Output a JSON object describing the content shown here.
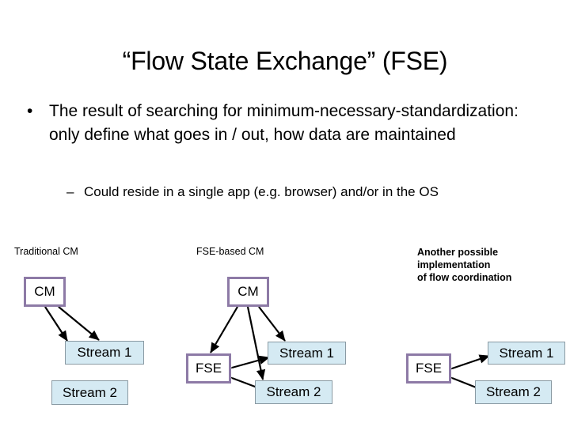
{
  "slide": {
    "title": "“Flow State Exchange” (FSE)",
    "bullets": [
      {
        "level": 1,
        "marker": "•",
        "text": "The result of searching for minimum-necessary-standardization: only define what goes in / out, how data are maintained"
      },
      {
        "level": 2,
        "marker": "–",
        "text": "Could reside in a single app (e.g. browser) and/or in the OS"
      }
    ]
  },
  "diagram": {
    "colors": {
      "cm_border": "#8d7aa6",
      "stream_fill": "#d5eaf3",
      "stream_border": "#8a9aa3",
      "edge": "#000000"
    },
    "columns": [
      {
        "label": "Traditional CM"
      },
      {
        "label": "FSE-based CM"
      }
    ],
    "note": "Another possible\nimplementation\nof flow coordination",
    "nodes": {
      "left_cm": "CM",
      "left_stream1": "Stream 1",
      "left_stream2": "Stream 2",
      "mid_cm": "CM",
      "mid_fse": "FSE",
      "mid_stream1": "Stream 1",
      "mid_stream2": "Stream 2",
      "right_fse": "FSE",
      "right_stream1": "Stream 1",
      "right_stream2": "Stream 2"
    }
  }
}
